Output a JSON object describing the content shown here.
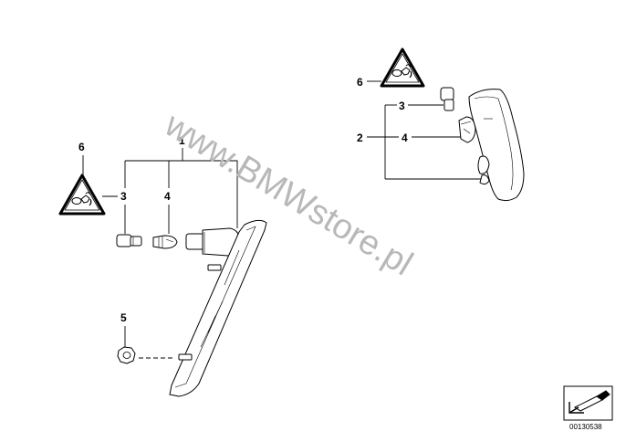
{
  "watermark": "www.BMWstore.pl",
  "diagram_id": "00130538",
  "callouts": {
    "left": {
      "c1": "1",
      "c3": "3",
      "c4": "4",
      "c5": "5",
      "c6": "6"
    },
    "right": {
      "c2": "2",
      "c3": "3",
      "c4": "4",
      "c6": "6"
    }
  },
  "icons": {
    "warning_triangle": "bulb-hand-warning-icon",
    "nav_arrow": "arrow-down-left-icon"
  },
  "colors": {
    "line": "#000000",
    "watermark": "#b8b8b8",
    "background": "#ffffff"
  }
}
